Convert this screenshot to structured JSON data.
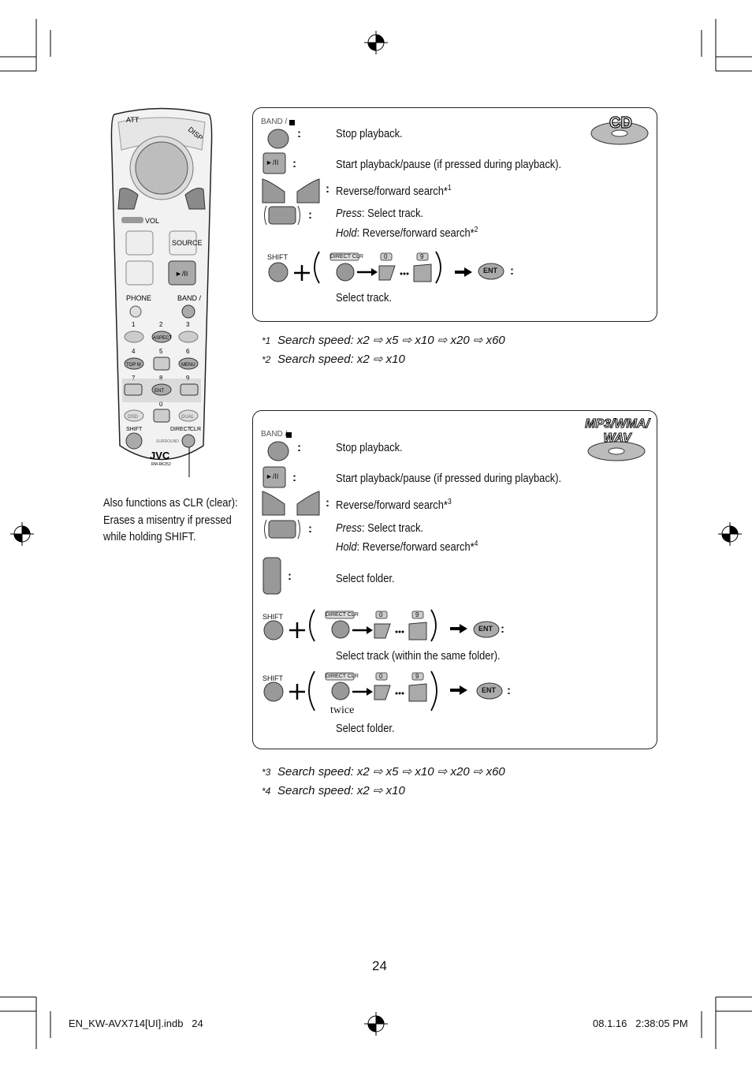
{
  "page_number": "24",
  "footer": {
    "file": "EN_KW-AVX714[UI].indb   24",
    "datetime": "08.1.16   2:38:05 PM"
  },
  "remote": {
    "brand": "JVC",
    "model": "RM-RK252",
    "labels": {
      "att": "ATT",
      "disp": "DISP",
      "vol": "VOL",
      "source": "SOURCE",
      "phone": "PHONE",
      "band": "BAND /",
      "aspect": "ASPECT",
      "top_m": "TOP M",
      "menu": "MENU",
      "ent": "ENT",
      "osd": "OSD",
      "dual": "DUAL",
      "shift": "SHIFT",
      "direct": "DIRECT",
      "clr": "CLR",
      "surround": "SURROUND",
      "play": "►/II"
    },
    "digits": [
      "1",
      "2",
      "3",
      "4",
      "5",
      "6",
      "7",
      "8",
      "9",
      "0"
    ]
  },
  "note": [
    "Also functions as CLR (clear):",
    "Erases a misentry if pressed",
    "while holding SHIFT."
  ],
  "cd": {
    "badge": "CD",
    "band_label": "BAND /",
    "stop": "Stop playback.",
    "play": "Start playback/pause (if pressed during playback).",
    "search": "Reverse/forward search*",
    "search_sup": "1",
    "press_label": "Press",
    "press_text": ": Select track.",
    "hold_label": "Hold",
    "hold_text": ": Reverse/forward search*",
    "hold_sup": "2",
    "select_track": "Select track.",
    "shift": "SHIFT",
    "direct": "DIRECT",
    "clr": "CLR",
    "d0": "0",
    "d9": "9",
    "ent": "ENT",
    "play_label": "►/II"
  },
  "cd_notes": [
    {
      "mark": "*1",
      "text": "Search speed: x2 ⇨ x5 ⇨ x10 ⇨ x20 ⇨ x60"
    },
    {
      "mark": "*2",
      "text": "Search speed: x2 ⇨ x10"
    }
  ],
  "mp3": {
    "badge1": "MP3/WMA/",
    "badge2": "WAV",
    "band_label": "BAND /",
    "stop": "Stop playback.",
    "play": "Start playback/pause (if pressed during playback).",
    "search": "Reverse/forward search*",
    "search_sup": "3",
    "press_label": "Press",
    "press_text": ": Select track.",
    "hold_label": "Hold",
    "hold_text": ": Reverse/forward search*",
    "hold_sup": "4",
    "select_folder": "Select folder.",
    "select_track_folder": "Select track (within the same folder).",
    "twice": "twice",
    "select_folder2": "Select folder.",
    "shift": "SHIFT",
    "direct": "DIRECT",
    "clr": "CLR",
    "d0": "0",
    "d9": "9",
    "ent": "ENT",
    "play_label": "►/II"
  },
  "mp3_notes": [
    {
      "mark": "*3",
      "text": "Search speed: x2 ⇨ x5 ⇨ x10 ⇨ x20 ⇨ x60"
    },
    {
      "mark": "*4",
      "text": "Search speed: x2 ⇨ x10"
    }
  ]
}
